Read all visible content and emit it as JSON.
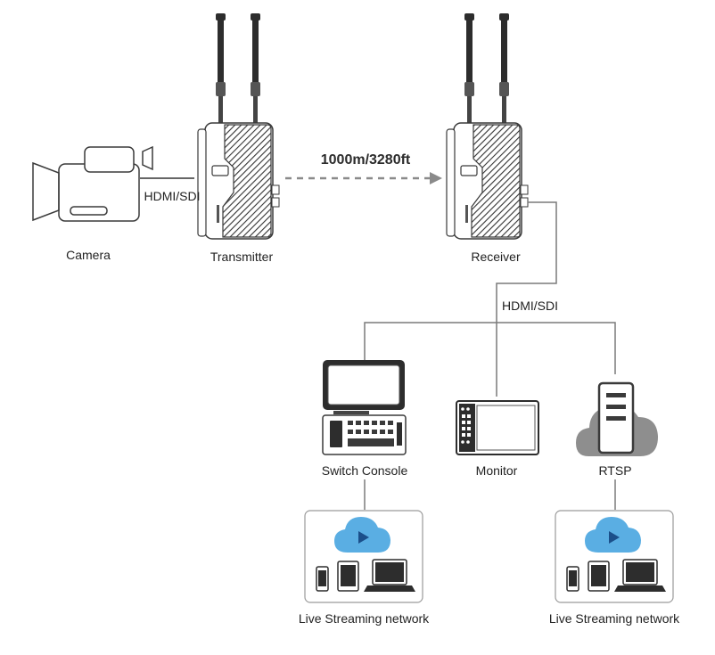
{
  "labels": {
    "camera": "Camera",
    "transmitter": "Transmitter",
    "receiver": "Receiver",
    "distance": "1000m/3280ft",
    "hdmi_sdi_camera": "HDMI/SDI",
    "hdmi_sdi_output": "HDMI/SDI",
    "switch_console": "Switch Console",
    "monitor": "Monitor",
    "rtsp": "RTSP",
    "live_streaming_left": "Live Streaming network",
    "live_streaming_right": "Live Streaming network"
  },
  "colors": {
    "line": "#7a7a7a",
    "device_outline": "#3a3a3a",
    "dark_fill": "#2d2d2d",
    "cloud_blue": "#5aaee3",
    "cloud_gray": "#8e8e8e",
    "arrow_gray": "#8a8a8a"
  }
}
